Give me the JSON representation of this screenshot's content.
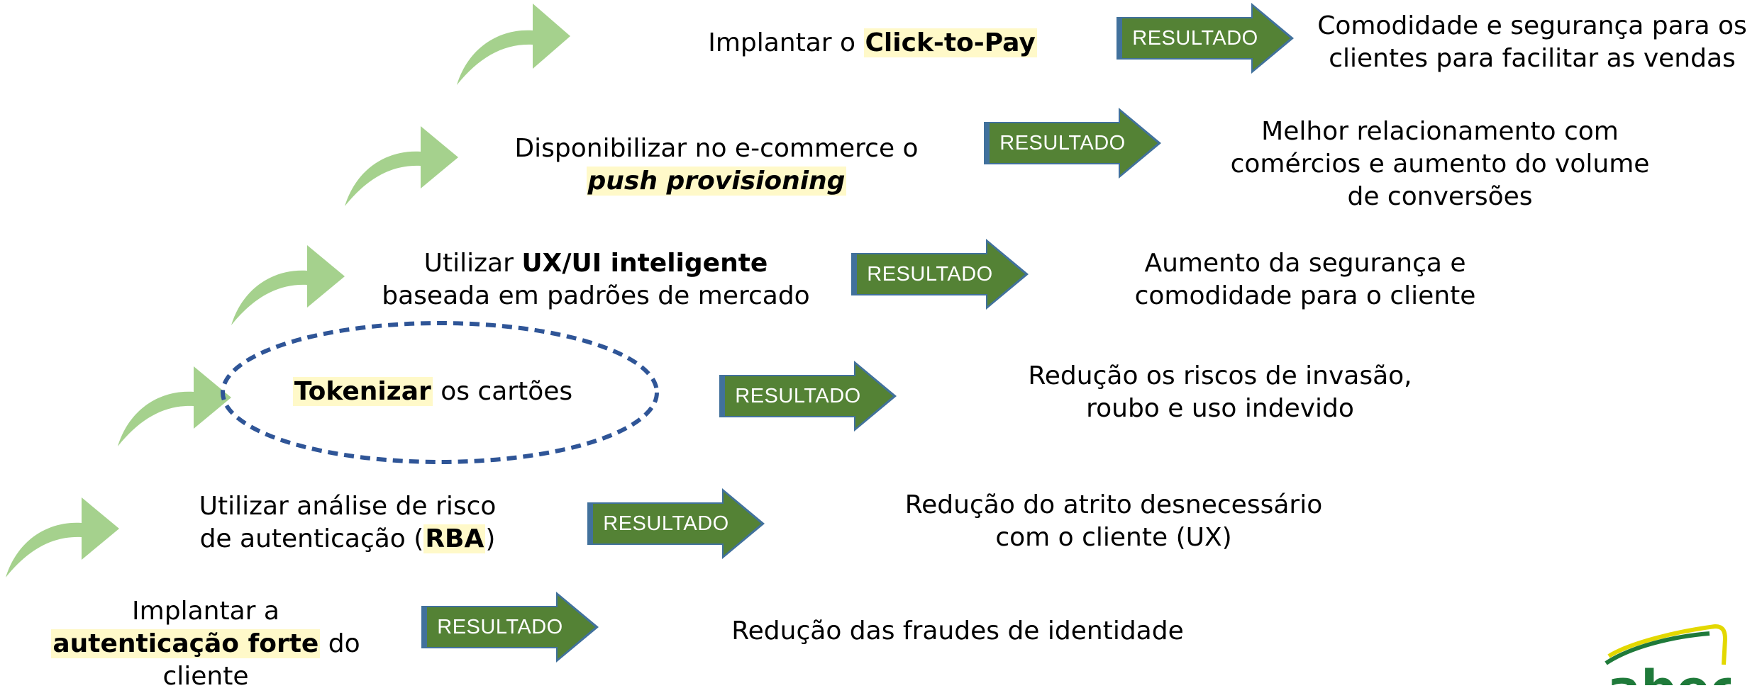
{
  "colors": {
    "curved_arrow": "#a5d18d",
    "result_arrow_fill": "#548235",
    "result_arrow_edge": "#41719c",
    "highlight": "#fff9c9",
    "ellipse_stroke": "#2f5597",
    "logo_green": "#1f7a3a",
    "logo_yellow": "#e3d800"
  },
  "result_label": "RESULTADO",
  "steps": [
    {
      "action": {
        "line1_pre": "Implantar a",
        "line2_hl": "autenticação forte",
        "line2_post": " do",
        "line3": "cliente"
      },
      "result": "Redução das fraudes de identidade"
    },
    {
      "action": {
        "line1": "Utilizar análise de risco",
        "line2_pre": "de autenticação (",
        "line2_hl": "RBA",
        "line2_post": ")"
      },
      "result_line1": "Redução do atrito desnecessário",
      "result_line2": "com o cliente (UX)"
    },
    {
      "action": {
        "hl": "Tokenizar",
        "post": " os cartões"
      },
      "result_line1": "Redução os riscos de invasão,",
      "result_line2": "roubo e uso indevido"
    },
    {
      "action": {
        "line1_pre": "Utilizar ",
        "line1_bold": "UX/UI inteligente",
        "line2": "baseada em padrões de mercado"
      },
      "result_line1": "Aumento da segurança e",
      "result_line2": "comodidade para o cliente"
    },
    {
      "action": {
        "line1": "Disponibilizar no e-commerce o",
        "line2_hl": "push provisioning"
      },
      "result_line1": "Melhor relacionamento com",
      "result_line2": "comércios e aumento do volume",
      "result_line3": "de conversões"
    },
    {
      "action": {
        "pre": "Implantar o ",
        "hl": "Click-to-Pay"
      },
      "result_line1": "Comodidade e segurança para os",
      "result_line2": "clientes para facilitar as vendas"
    }
  ],
  "logo": {
    "name": "abecs"
  }
}
